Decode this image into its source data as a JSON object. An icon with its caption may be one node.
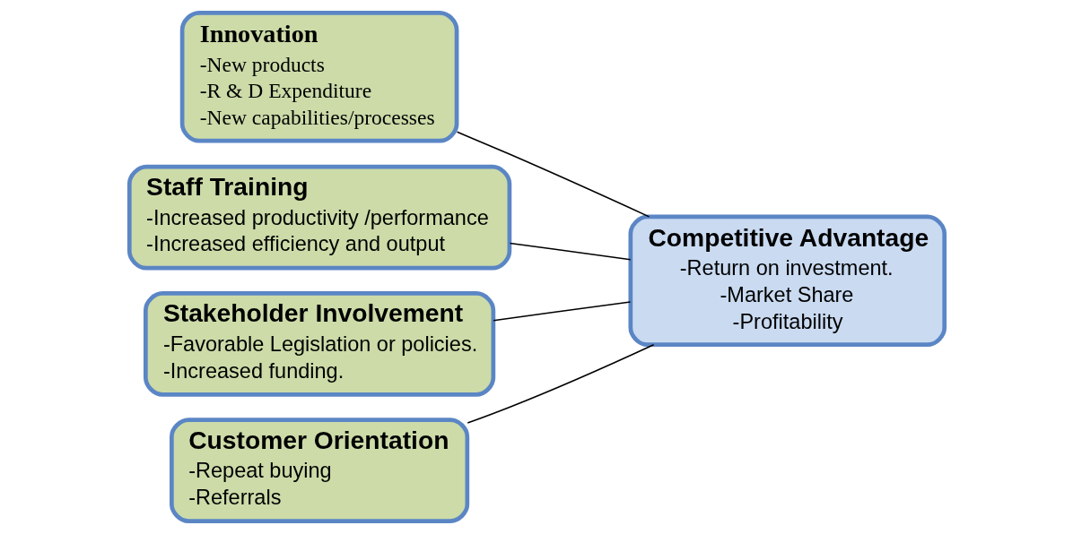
{
  "diagram": {
    "nodes": [
      {
        "text": [
          "Innovation",
          "-New products",
          "-R & D Expenditure",
          "-New capabilities/processes"
        ]
      },
      {
        "text": [
          "Staff Training",
          "-Increased productivity /performance",
          "-Increased efficiency and output"
        ]
      },
      {
        "text": [
          "Stakeholder Involvement",
          "-Favorable Legislation or policies.",
          "-Increased funding."
        ]
      },
      {
        "text": [
          "Customer Orientation",
          "-Repeat buying",
          "-Referrals"
        ]
      },
      {
        "text": [
          "Competitive Advantage",
          "-Return on investment.",
          "-Market Share",
          "-Profitability"
        ]
      }
    ],
    "edges": [
      {
        "from": 0,
        "to": 4,
        "arrow": "none"
      },
      {
        "from": 1,
        "to": 4,
        "arrow": "none"
      },
      {
        "from": 2,
        "to": 4,
        "arrow": "none"
      },
      {
        "from": 3,
        "to": 4,
        "arrow": "none"
      }
    ]
  }
}
